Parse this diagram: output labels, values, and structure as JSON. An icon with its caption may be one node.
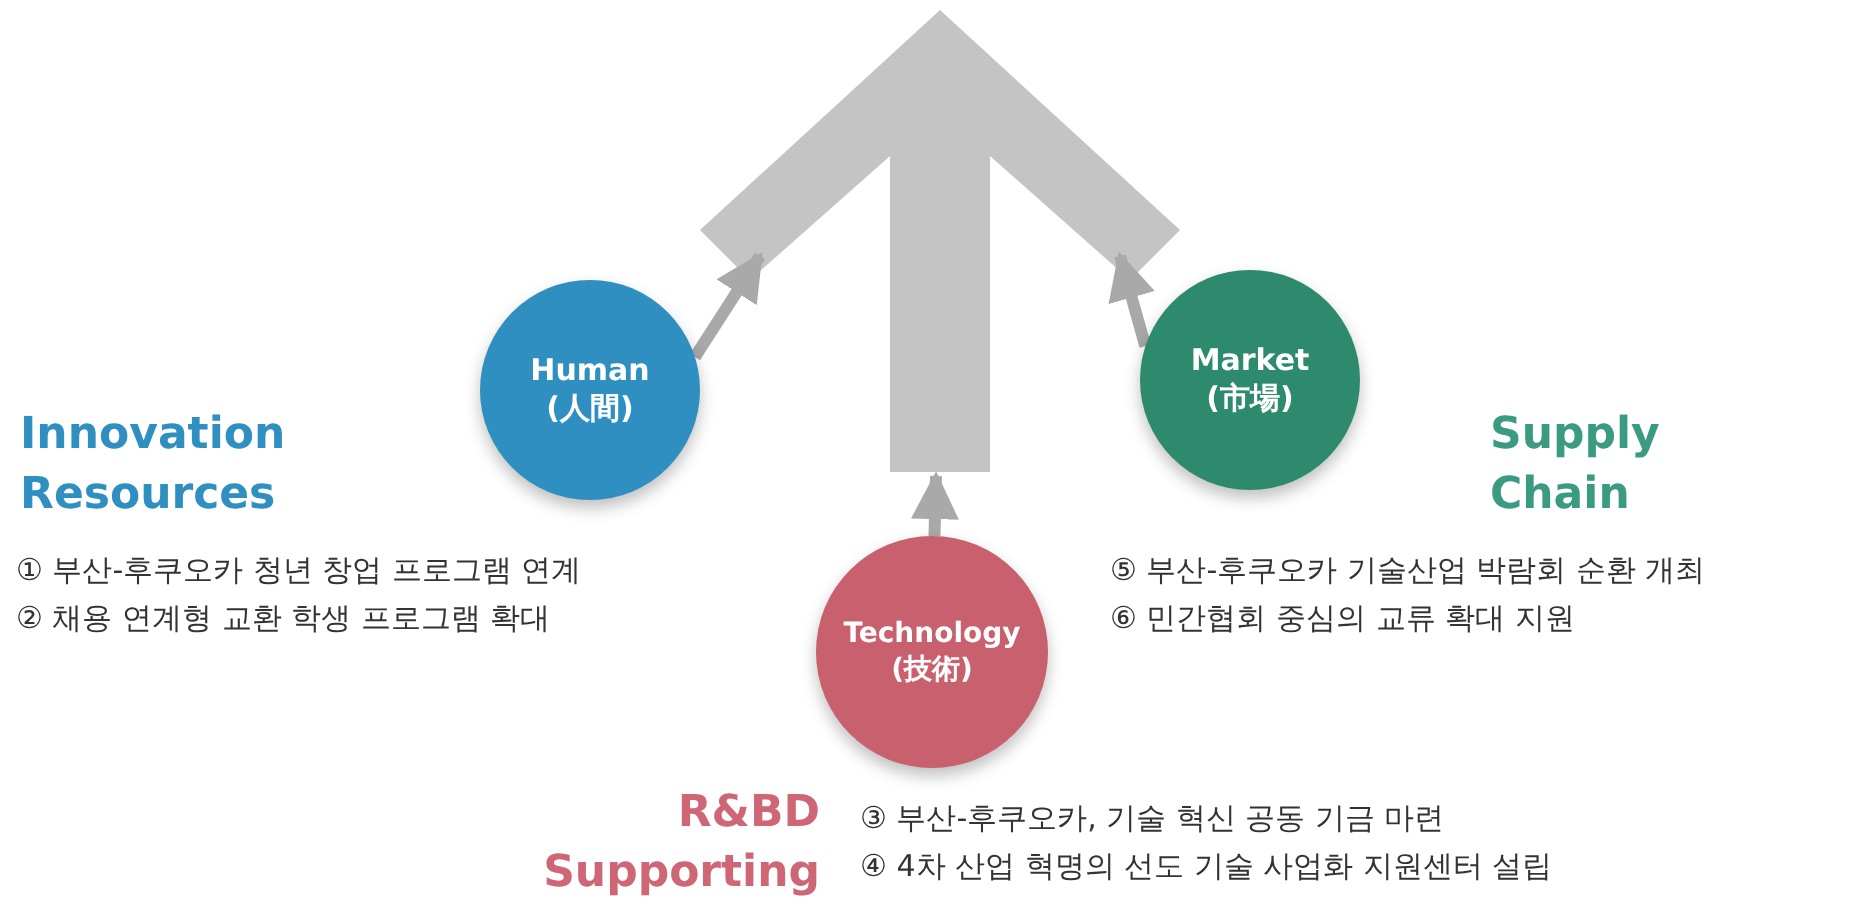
{
  "diagram": {
    "nodes": [
      {
        "text": [],
        "shape": "arrow"
      },
      {
        "text": [
          "Human (人間)"
        ],
        "beside": [
          "Innovation Resources",
          "① 부산-후쿠오카 청년 창업 프로그램 연계",
          "② 채용 연계형 교환 학생 프로그램 확대"
        ]
      },
      {
        "text": [
          "Technology (技術)"
        ],
        "beside": [
          "R&BD Supporting",
          "③ 부산-후쿠오카, 기술 혁신 공동 기금 마련",
          "④ 4차 산업 혁명의 선도 기술 사업화 지원센터 설립"
        ]
      },
      {
        "text": [
          "Market (市場)"
        ],
        "beside": [
          "Supply Chain",
          "⑤ 부산-후쿠오카 기술산업 박람회 순환 개최",
          "⑥ 민간협회 중심의 교류 확대 지원"
        ]
      }
    ],
    "edges": [
      {
        "from": 1,
        "to": 0,
        "arrow": "to"
      },
      {
        "from": 2,
        "to": 0,
        "arrow": "to"
      },
      {
        "from": 3,
        "to": 0,
        "arrow": "to"
      }
    ]
  }
}
